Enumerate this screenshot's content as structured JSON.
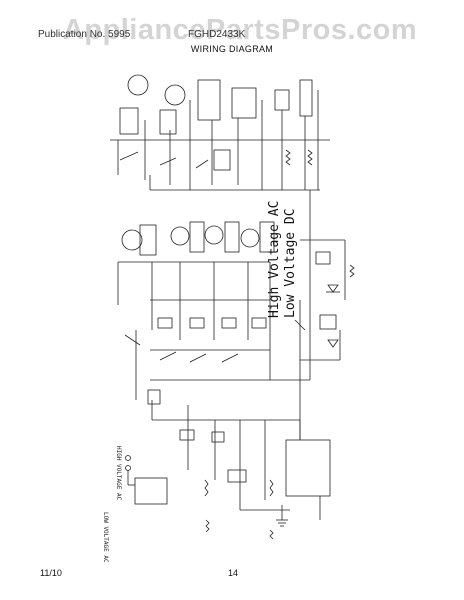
{
  "watermark": "AppliancePartsPros.com",
  "header": {
    "left": "Publication No. 5995",
    "model": "FGHD2433K"
  },
  "title": "WIRING DIAGRAM",
  "diagram_labels": {
    "high_voltage_ac": "High Voltage AC",
    "low_voltage_dc": "Low Voltage DC",
    "high_voltage_ac_small": "HIGH VOLTAGE AC",
    "low_voltage_ac": "LOW VOLTAGE AC"
  },
  "footer": {
    "date": "11/10",
    "page": "14"
  }
}
